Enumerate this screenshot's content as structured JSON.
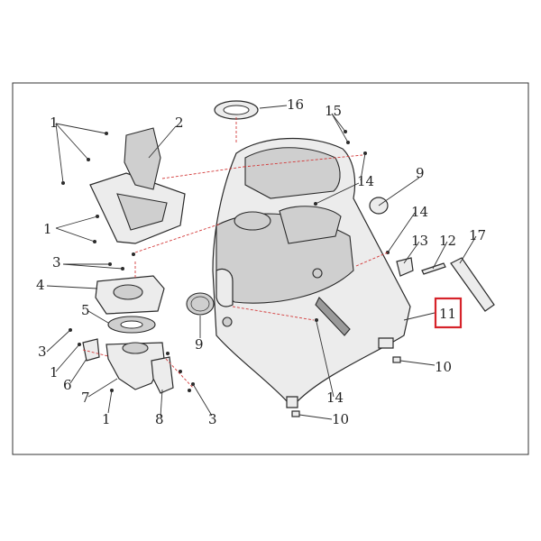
{
  "diagram": {
    "highlight_color": "#d6232a",
    "callouts": [
      {
        "id": "c1a",
        "text": "1"
      },
      {
        "id": "c2",
        "text": "2"
      },
      {
        "id": "c1b",
        "text": "1"
      },
      {
        "id": "c3a",
        "text": "3"
      },
      {
        "id": "c4",
        "text": "4"
      },
      {
        "id": "c5",
        "text": "5"
      },
      {
        "id": "c3b",
        "text": "3"
      },
      {
        "id": "c1c",
        "text": "1"
      },
      {
        "id": "c6",
        "text": "6"
      },
      {
        "id": "c7",
        "text": "7"
      },
      {
        "id": "c1d",
        "text": "1"
      },
      {
        "id": "c8",
        "text": "8"
      },
      {
        "id": "c3c",
        "text": "3"
      },
      {
        "id": "c9a",
        "text": "9"
      },
      {
        "id": "c16",
        "text": "16"
      },
      {
        "id": "c15",
        "text": "15"
      },
      {
        "id": "c14a",
        "text": "14"
      },
      {
        "id": "c9b",
        "text": "9"
      },
      {
        "id": "c14b",
        "text": "14"
      },
      {
        "id": "c13",
        "text": "13"
      },
      {
        "id": "c12",
        "text": "12"
      },
      {
        "id": "c17",
        "text": "17"
      },
      {
        "id": "c11",
        "text": "11"
      },
      {
        "id": "c10a",
        "text": "10"
      },
      {
        "id": "c14c",
        "text": "14"
      },
      {
        "id": "c10b",
        "text": "10"
      }
    ]
  }
}
